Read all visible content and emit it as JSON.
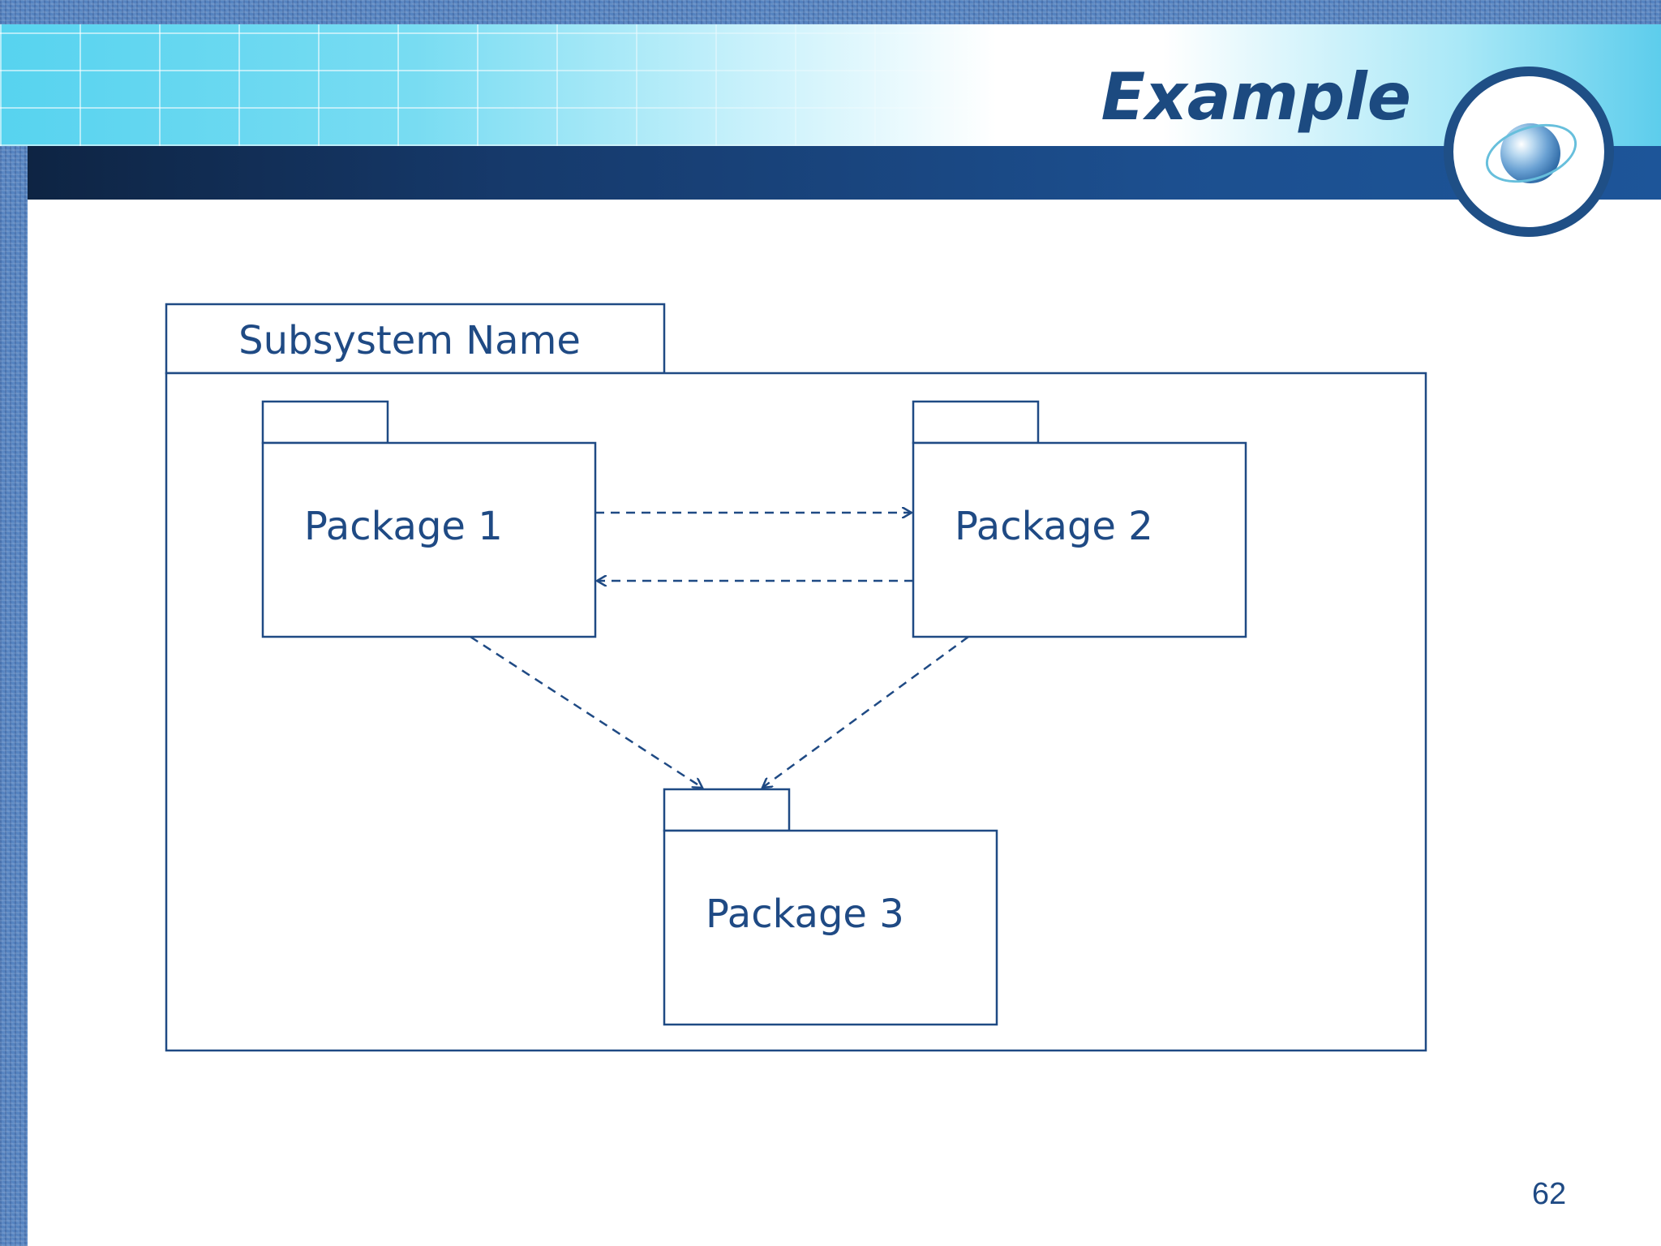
{
  "slide": {
    "title": "Example",
    "page_number": "62"
  },
  "diagram": {
    "subsystem_name": "Subsystem Name",
    "packages": [
      "Package 1",
      "Package 2",
      "Package 3"
    ],
    "dependencies": [
      {
        "from": "Package 1",
        "to": "Package 2",
        "style": "dashed-open-arrow"
      },
      {
        "from": "Package 2",
        "to": "Package 1",
        "style": "dashed-open-arrow"
      },
      {
        "from": "Package 1",
        "to": "Package 3",
        "style": "dashed-open-arrow"
      },
      {
        "from": "Package 2",
        "to": "Package 3",
        "style": "dashed-open-arrow"
      }
    ],
    "colors": {
      "line": "#1f4a84",
      "text": "#1f4a84",
      "title": "#1c4a80"
    }
  },
  "decor": {
    "badge_icon": "globe-icon"
  }
}
